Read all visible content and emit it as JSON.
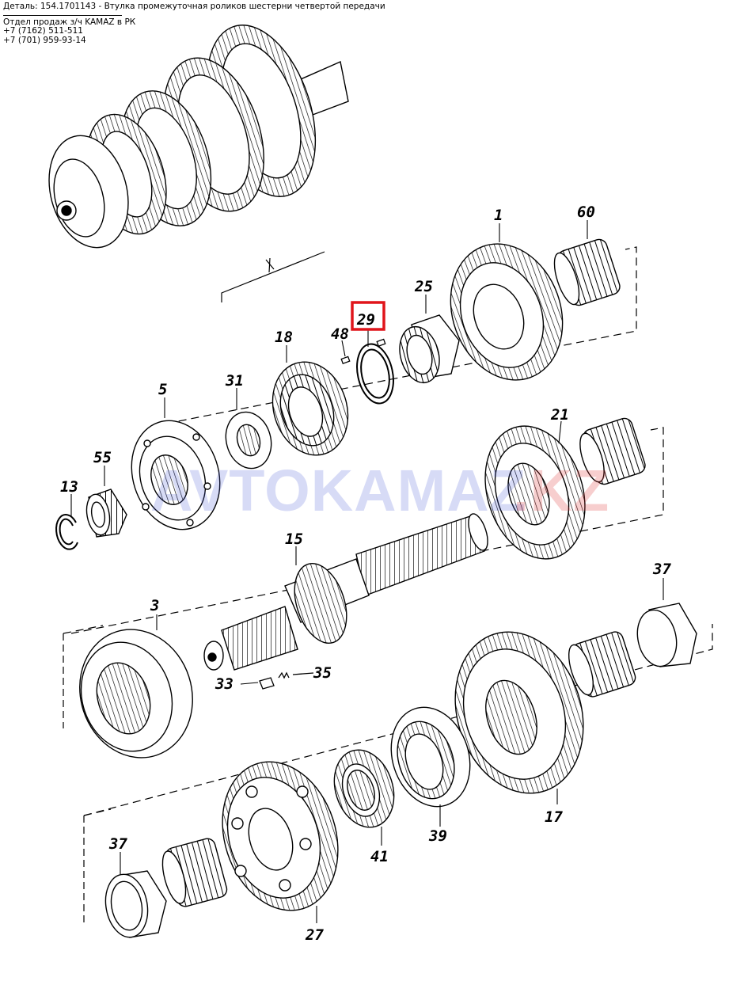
{
  "header": {
    "title": "Деталь: 154.1701143 - Втулка промежуточная роликов шестерни четвертой передачи",
    "dept": "Отдел продаж з/ч KAMAZ в РК",
    "phone1": "+7 (7162) 511-511",
    "phone2": "+7 (701) 959-93-14"
  },
  "watermark": {
    "main": "AVTOKAMAZ",
    "suffix": ".KZ"
  },
  "highlight": {
    "label": "29",
    "color": "#e0151b"
  },
  "labels": {
    "p1": "1",
    "p60": "60",
    "p25": "25",
    "p29": "29",
    "p48": "48",
    "p18": "18",
    "p31": "31",
    "p5": "5",
    "p55": "55",
    "p13": "13",
    "p21": "21",
    "p15": "15",
    "p37a": "37",
    "p3": "3",
    "p33": "33",
    "p35": "35",
    "p17": "17",
    "p39": "39",
    "p41": "41",
    "p37b": "37",
    "p27": "27"
  }
}
